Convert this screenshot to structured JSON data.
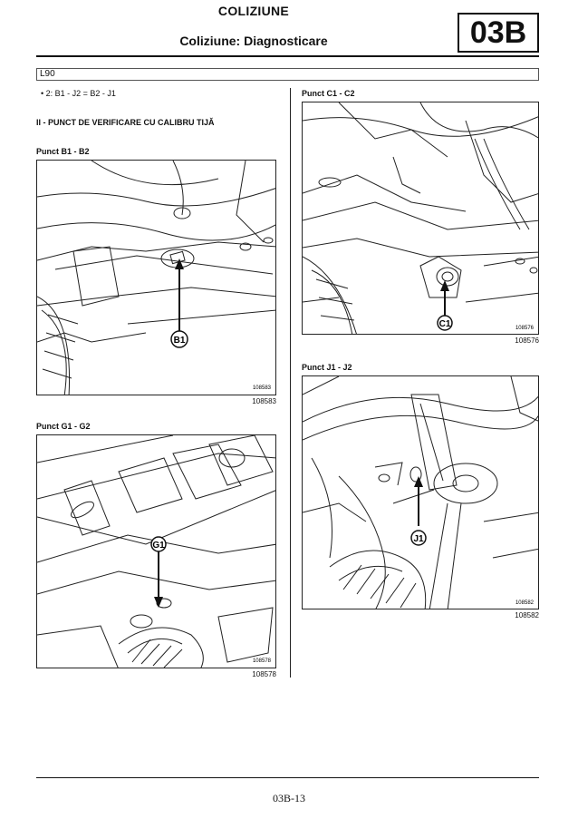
{
  "header": {
    "title": "COLIZIUNE",
    "subtitle": "Coliziune: Diagnosticare",
    "section_code": "03B"
  },
  "model_label": "L90",
  "bullet_text": "• 2: B1 - J2 = B2 - J1",
  "section_heading": "II - PUNCT DE VERIFICARE CU CALIBRU TIJĂ",
  "figures": {
    "b1b2": {
      "title": "Punct B1 - B2",
      "callout": "B1",
      "inner_ref": "108583",
      "ref": "108583"
    },
    "g1g2": {
      "title": "Punct G1 - G2",
      "callout": "G1",
      "inner_ref": "108578",
      "ref": "108578"
    },
    "c1c2": {
      "title": "Punct C1 - C2",
      "callout": "C1",
      "inner_ref": "108576",
      "ref": "108576"
    },
    "j1j2": {
      "title": "Punct J1 - J2",
      "callout": "J1",
      "inner_ref": "108582",
      "ref": "108582"
    }
  },
  "footer": {
    "page_number": "03B-13"
  }
}
